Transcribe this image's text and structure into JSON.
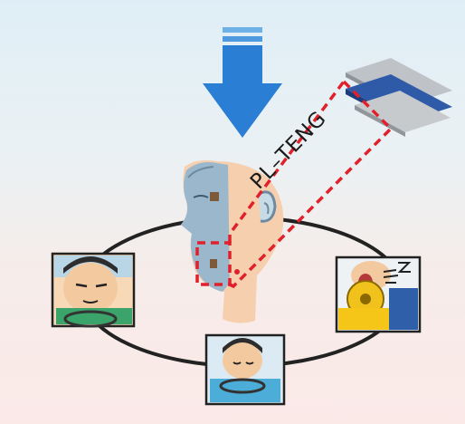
{
  "diagram": {
    "label": "PL–TENG",
    "icons": {
      "arrow": "down-arrow-icon",
      "device": "layered-film-device-icon"
    },
    "colors": {
      "arrow": "#2a7fd4",
      "callout": "#e0212b",
      "cycle": "#222222",
      "skin": "#f5cfae",
      "face_blue": "#9bb7cc"
    },
    "scenes": [
      "drowsy-driver",
      "yawning-driver",
      "sleeping-driver"
    ]
  }
}
